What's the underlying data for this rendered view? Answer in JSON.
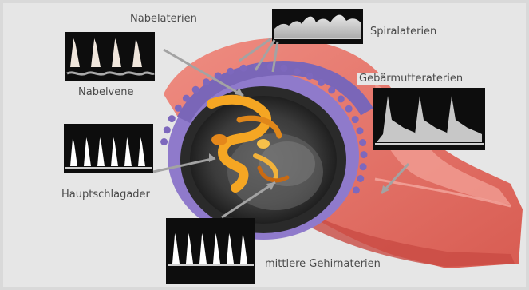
{
  "colors": {
    "background": "#d9d9d9",
    "uterus_wall": "#e46a5f",
    "uterus_highlight": "#f3958b",
    "placenta_purple": "#8e77c9",
    "fetal_flow_orange": "#f5a623",
    "doppler_panel": "#0d0d0d",
    "callout_line": "#9a9a9a"
  },
  "labels": {
    "umbilical_arteries": "Nabelaterien",
    "spiral_arteries": "Spiralaterien",
    "umbilical_vein": "Nabelvene",
    "uterine_arteries": "Gebärmutteraterien",
    "aorta": "Hauptschlagader",
    "middle_cerebral_arteries": "mittlere Gehirnaterien"
  },
  "doppler_panels": [
    {
      "id": "umbilical",
      "waveform": "pulsed-spikes-over-wavy-baseline"
    },
    {
      "id": "spiral",
      "waveform": "low-resistance-continuous"
    },
    {
      "id": "uterine",
      "waveform": "sharp-systolic-peaks"
    },
    {
      "id": "aorta",
      "waveform": "pulsed-spikes"
    },
    {
      "id": "cerebral",
      "waveform": "pulsed-spikes"
    }
  ]
}
